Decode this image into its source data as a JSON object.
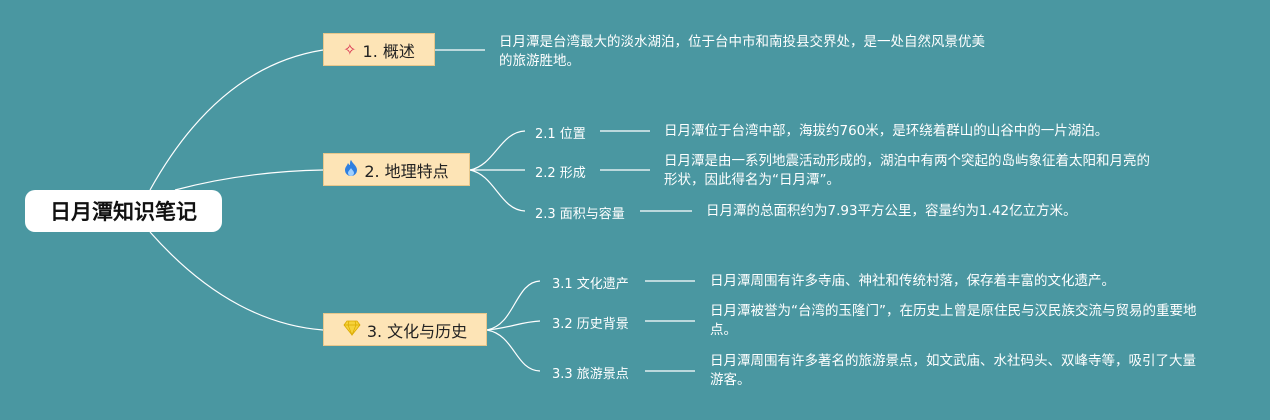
{
  "root": {
    "label": "日月潭知识笔记"
  },
  "branches": [
    {
      "label": "1. 概述",
      "icon": "party-popper-icon",
      "description": "日月潭是台湾最大的淡水湖泊，位于台中市和南投县交界处，是一处自然风景优美的旅游胜地。"
    },
    {
      "label": "2. 地理特点",
      "icon": "fire-icon",
      "children": [
        {
          "label": "2.1 位置",
          "description": "日月潭位于台湾中部，海拔约760米，是环绕着群山的山谷中的一片湖泊。"
        },
        {
          "label": "2.2 形成",
          "description": "日月潭是由一系列地震活动形成的，湖泊中有两个突起的岛屿象征着太阳和月亮的形状，因此得名为“日月潭”。"
        },
        {
          "label": "2.3 面积与容量",
          "description": "日月潭的总面积约为7.93平方公里，容量约为1.42亿立方米。"
        }
      ]
    },
    {
      "label": "3. 文化与历史",
      "icon": "gem-icon",
      "children": [
        {
          "label": "3.1 文化遗产",
          "description": "日月潭周围有许多寺庙、神社和传统村落，保存着丰富的文化遗产。"
        },
        {
          "label": "3.2 历史背景",
          "description": "日月潭被誉为“台湾的玉隆门”，在历史上曾是原住民与汉民族交流与贸易的重要地点。"
        },
        {
          "label": "3.3 旅游景点",
          "description": "日月潭周围有许多著名的旅游景点，如文武庙、水社码头、双峰寺等，吸引了大量游客。"
        }
      ]
    }
  ]
}
